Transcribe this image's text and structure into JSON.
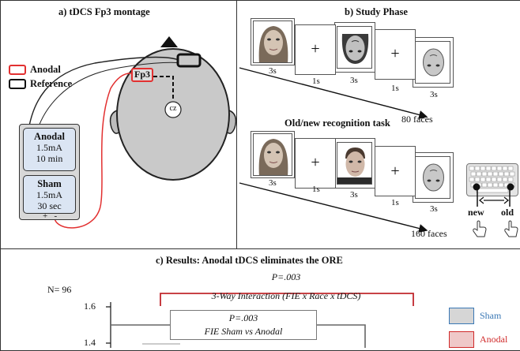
{
  "panel_a": {
    "title": "a) tDCS Fp3 montage",
    "legend": {
      "anodal": "Anodal",
      "reference": "Reference"
    },
    "site_label": "Fp3",
    "cz_label": "cz",
    "device": {
      "anodal_title": "Anodal",
      "anodal_current": "1.5mA",
      "anodal_duration": "10 min",
      "sham_title": "Sham",
      "sham_current": "1.5mA",
      "sham_duration": "30 sec",
      "terminals": "+   -"
    },
    "colors": {
      "anodal": "#e23030",
      "reference": "#111111",
      "device_fill": "#dbe5f3",
      "device_body": "#d8d8d8"
    }
  },
  "panel_b": {
    "study_title": "b) Study Phase",
    "study_durations": [
      "3s",
      "1s",
      "3s",
      "1s",
      "3s"
    ],
    "study_count": "80 faces",
    "test_title": "Old/new recognition task",
    "test_durations": [
      "3s",
      "1s",
      "3s",
      "1s",
      "3s"
    ],
    "test_count": "160 faces",
    "response_new": "new",
    "response_old": "old",
    "fixation": "+"
  },
  "panel_c": {
    "title": "c) Results:  Anodal tDCS eliminates the ORE",
    "n_label": "N= 96",
    "interaction_p": "P=.003",
    "interaction_label": "3-Way Interaction (FIE x Race x tDCS)",
    "fie_p": "P=.003",
    "fie_label": "FIE Sham vs Anodal",
    "y_ticks": [
      "1.6",
      "1.4"
    ],
    "legend": [
      {
        "name": "Sham",
        "fill": "#d6d6d6",
        "border": "#3a78b5",
        "text_color": "#3a78b5"
      },
      {
        "name": "Anodal",
        "fill": "#efc8c8",
        "border": "#d02a2a",
        "text_color": "#d02a2a"
      }
    ],
    "bracket_color": "#c0272d"
  }
}
